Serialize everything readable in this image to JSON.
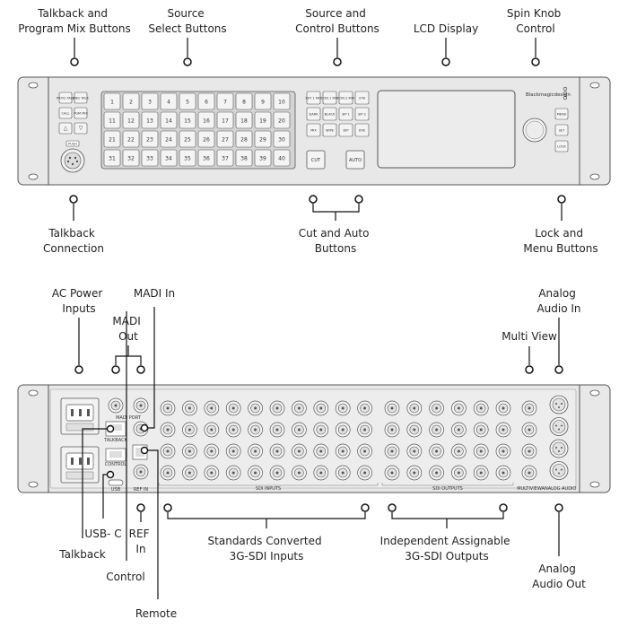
{
  "colors": {
    "panel": "#e8e8e8",
    "panel_stroke": "#555555",
    "line": "#111111",
    "button": "#f4f4f4",
    "lcd": "#ececec"
  },
  "front": {
    "callouts": {
      "talkback_buttons": [
        "Talkback and",
        "Program Mix Buttons"
      ],
      "source_select": [
        "Source",
        "Select Buttons"
      ],
      "source_control": [
        "Source and",
        "Control  Buttons"
      ],
      "lcd": [
        "LCD Display"
      ],
      "spin_knob": [
        "Spin Knob",
        "Control"
      ],
      "talkback_connection": [
        "Talkback",
        "Connection"
      ],
      "cut_auto": [
        "Cut and Auto",
        "Buttons"
      ],
      "lock_menu": [
        "Lock and",
        "Menu Buttons"
      ]
    },
    "left_buttons": [
      "PROG TALK",
      "ENG TALK",
      "CALL",
      "PGM MIX",
      "△",
      "▽"
    ],
    "talkback_jack_label": "PUSH",
    "source_buttons": [
      "1",
      "2",
      "3",
      "4",
      "5",
      "6",
      "7",
      "8",
      "9",
      "10",
      "11",
      "12",
      "13",
      "14",
      "15",
      "16",
      "17",
      "18",
      "19",
      "20",
      "21",
      "22",
      "23",
      "24",
      "25",
      "26",
      "27",
      "28",
      "29",
      "30",
      "31",
      "32",
      "33",
      "34",
      "35",
      "36",
      "37",
      "38",
      "39",
      "40"
    ],
    "control_buttons": [
      "KEY 1 MIX",
      "CON 1 MIX",
      "CON 2 MIX",
      "STB",
      "DARK",
      "BLACK",
      "SIP 1",
      "SIP 2",
      "MIX",
      "WIPE",
      "DIP",
      "DVE"
    ],
    "cut_label": "CUT",
    "auto_label": "AUTO",
    "brand": "Blackmagicdesign",
    "menu_buttons": [
      "MENU",
      "SET",
      "LOCK"
    ]
  },
  "rear": {
    "callouts": {
      "ac_power": [
        "AC Power",
        "Inputs"
      ],
      "madi_in": [
        "MADI In"
      ],
      "madi_out": [
        "MADI",
        "Out"
      ],
      "analog_in": [
        "Analog",
        "Audio In"
      ],
      "multiview": [
        "Multi View"
      ],
      "usbc": [
        "USB- C"
      ],
      "talkback": [
        "Talkback"
      ],
      "control": [
        "Control"
      ],
      "remote": [
        "Remote"
      ],
      "ref_in": [
        "REF",
        "In"
      ],
      "sdi_inputs": [
        "Standards Converted",
        "3G-SDI Inputs"
      ],
      "sdi_outputs": [
        "Independent Assignable",
        "3G-SDI Outputs"
      ],
      "analog_out": [
        "Analog",
        "Audio Out"
      ]
    },
    "panel_labels": {
      "madi_port": "MADI PORT",
      "talkback_port": "TALKBACK",
      "control_port": "CONTROL",
      "usb": "USB",
      "ref_in": "REF IN",
      "sdi_in": "SDI INPUTS",
      "sdi_out": "SDI OUTPUTS",
      "multiview": "MULTIVIEW",
      "analog_audio": "ANALOG AUDIO"
    }
  }
}
